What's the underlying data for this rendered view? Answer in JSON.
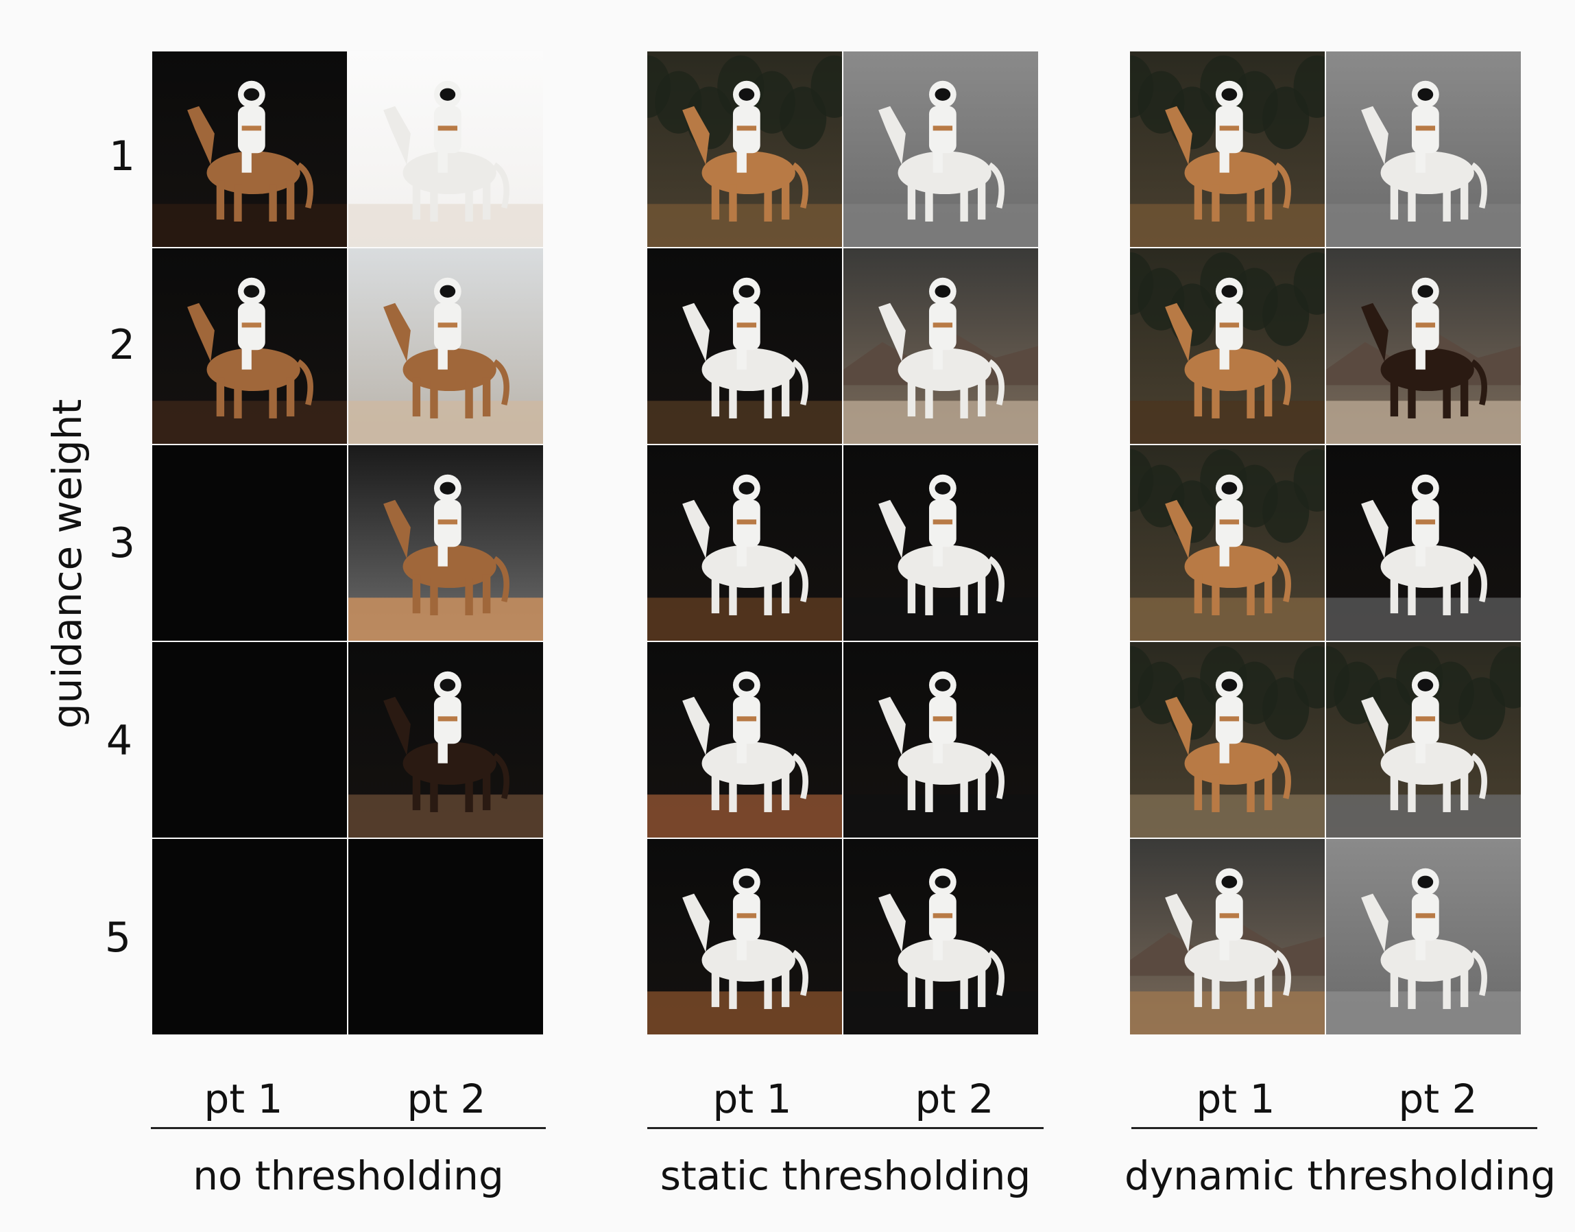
{
  "axis": {
    "ylabel": "guidance weight"
  },
  "rows": [
    "1",
    "2",
    "3",
    "4",
    "5"
  ],
  "columns": [
    "pt 1",
    "pt 2"
  ],
  "groups": [
    {
      "label": "no thresholding"
    },
    {
      "label": "static thresholding"
    },
    {
      "label": "dynamic thresholding"
    }
  ],
  "palette": {
    "suit": "#f2f2f0",
    "horse_brown": "#a0673a",
    "horse_white": "#ecebe8",
    "dark": "#070707",
    "tan": "#b87a45"
  },
  "images": [
    [
      [
        {
          "bg": "dark",
          "horse": "brown",
          "ground": "#2a1a10"
        },
        {
          "bg": "white",
          "horse": "white",
          "ground": "#e8e0d8"
        }
      ],
      [
        {
          "bg": "dark",
          "horse": "brown",
          "ground": "#3a2518"
        },
        {
          "bg": "sky",
          "horse": "brown",
          "ground": "#cdb8a2"
        }
      ],
      [
        {
          "bg": "black"
        },
        {
          "bg": "dusk",
          "horse": "brown",
          "ground": "#c98f5e"
        }
      ],
      [
        {
          "bg": "black"
        },
        {
          "bg": "dark",
          "horse": "dark",
          "ground": "#5e4430"
        }
      ],
      [
        {
          "bg": "black"
        },
        {
          "bg": "black"
        }
      ]
    ],
    [
      [
        {
          "bg": "forest",
          "horse": "tan",
          "ground": "#6e5434"
        },
        {
          "bg": "gray",
          "horse": "white",
          "ground": "#7c7c7c"
        }
      ],
      [
        {
          "bg": "dark",
          "horse": "white",
          "ground": "#4a3520"
        },
        {
          "bg": "mountain",
          "horse": "white",
          "ground": "#b4a28e"
        }
      ],
      [
        {
          "bg": "dark",
          "horse": "white",
          "ground": "#5a3a20"
        },
        {
          "bg": "dark",
          "horse": "white",
          "ground": "#111"
        }
      ],
      [
        {
          "bg": "dark",
          "horse": "white",
          "ground": "#8a5030"
        },
        {
          "bg": "dark",
          "horse": "white",
          "ground": "#111"
        }
      ],
      [
        {
          "bg": "dark",
          "horse": "white",
          "ground": "#7a4a28"
        },
        {
          "bg": "dark",
          "horse": "white",
          "ground": "#111"
        }
      ]
    ],
    [
      [
        {
          "bg": "forest",
          "horse": "tan",
          "ground": "#6e5434"
        },
        {
          "bg": "gray",
          "horse": "white",
          "ground": "#7c7c7c"
        }
      ],
      [
        {
          "bg": "forest",
          "horse": "tan",
          "ground": "#4a3520"
        },
        {
          "bg": "mountain",
          "horse": "dark",
          "ground": "#b4a28e"
        }
      ],
      [
        {
          "bg": "forest",
          "horse": "tan",
          "ground": "#7a6040"
        },
        {
          "bg": "dark",
          "horse": "white",
          "ground": "#555"
        }
      ],
      [
        {
          "bg": "forest",
          "horse": "tan",
          "ground": "#7a6a50"
        },
        {
          "bg": "forest",
          "horse": "white",
          "ground": "#666"
        }
      ],
      [
        {
          "bg": "mountain",
          "horse": "white",
          "ground": "#9a7550"
        },
        {
          "bg": "gray",
          "horse": "white",
          "ground": "#8a8a8a"
        }
      ]
    ]
  ]
}
